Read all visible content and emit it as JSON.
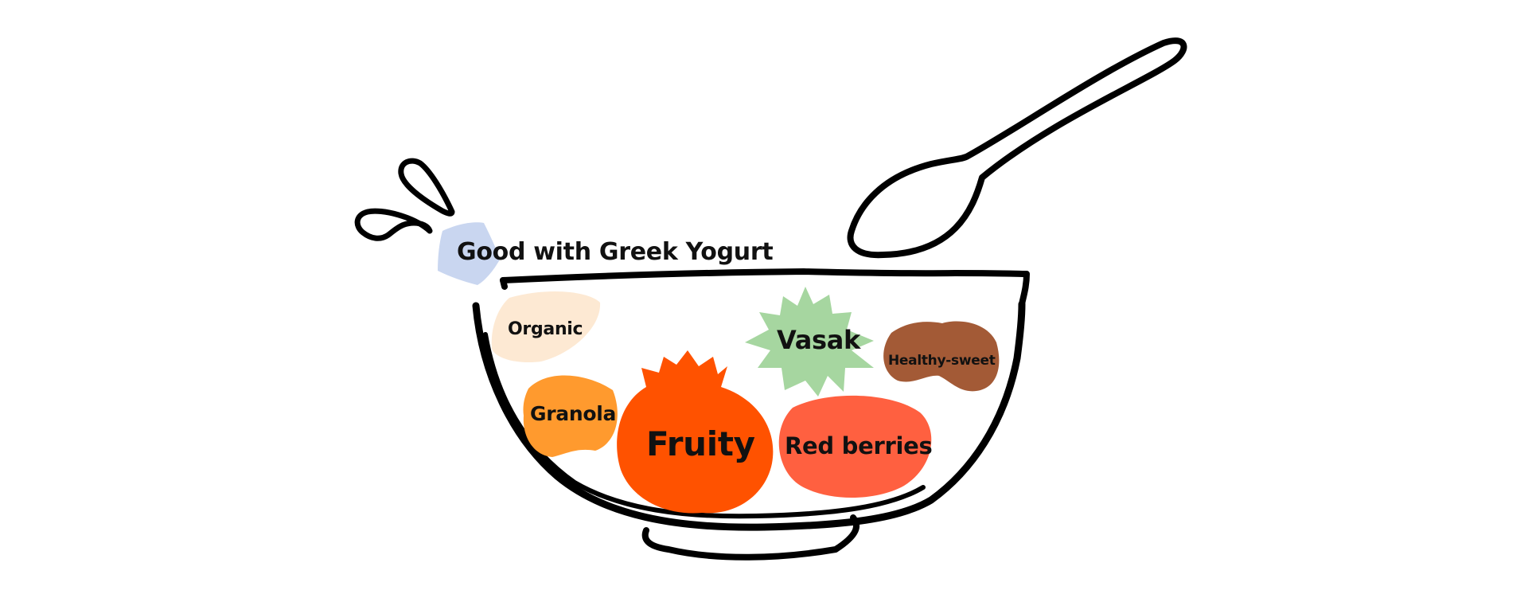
{
  "heading": "Good with Greek Yogurt",
  "ingredients": {
    "organic": "Organic",
    "granola": "Granola",
    "fruity": "Fruity",
    "vasak": "Vasak",
    "healthy_sweet": "Healthy-sweet",
    "red_berries": "Red berries"
  },
  "colors": {
    "outline": "#000000",
    "yogurt_cube": "#c9d6f0",
    "organic": "#fde9d3",
    "granola": "#ff9a2e",
    "fruity": "#ff5200",
    "vasak": "#a6d6a0",
    "healthy_sweet": "#a35a36",
    "red_berries": "#ff6040"
  }
}
